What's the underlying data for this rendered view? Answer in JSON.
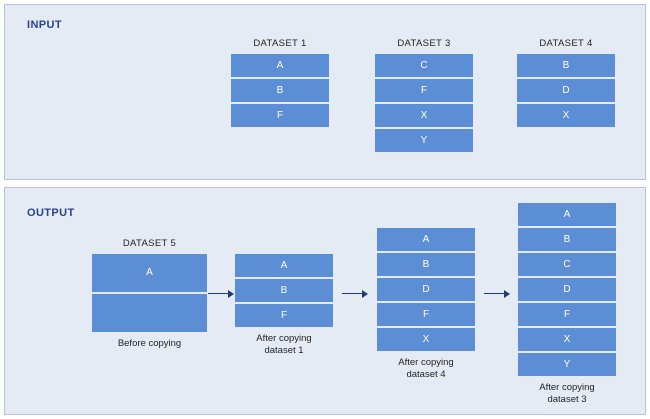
{
  "panels": {
    "input": {
      "label": "INPUT"
    },
    "output": {
      "label": "OUTPUT"
    }
  },
  "colors": {
    "panel_background": "#e5ebf4",
    "panel_border": "#b4c5dd",
    "cell_fill": "#5b8ed4",
    "cell_text": "#ffffff",
    "heading_text": "#28438c",
    "caption_text": "#231f20",
    "arrow": "#1f3c74"
  },
  "input_stacks": [
    {
      "title": "DATASET 1",
      "cells": [
        "A",
        "B",
        "F"
      ]
    },
    {
      "title": "DATASET 3",
      "cells": [
        "C",
        "F",
        "X",
        "Y"
      ]
    },
    {
      "title": "DATASET 4",
      "cells": [
        "B",
        "D",
        "X"
      ]
    }
  ],
  "output_stacks": [
    {
      "title": "DATASET 5",
      "cells": [
        "A",
        ""
      ],
      "caption": "Before copying"
    },
    {
      "title": "",
      "cells": [
        "A",
        "B",
        "F"
      ],
      "caption": "After copying\ndataset 1"
    },
    {
      "title": "",
      "cells": [
        "A",
        "B",
        "D",
        "F",
        "X"
      ],
      "caption": "After copying\ndataset 4"
    },
    {
      "title": "",
      "cells": [
        "A",
        "B",
        "C",
        "D",
        "F",
        "X",
        "Y"
      ],
      "caption": "After copying\ndataset 3"
    }
  ],
  "arrows": [
    {
      "name": "arrow-dataset5-to-step1"
    },
    {
      "name": "arrow-step1-to-step2"
    },
    {
      "name": "arrow-step2-to-step3"
    }
  ]
}
